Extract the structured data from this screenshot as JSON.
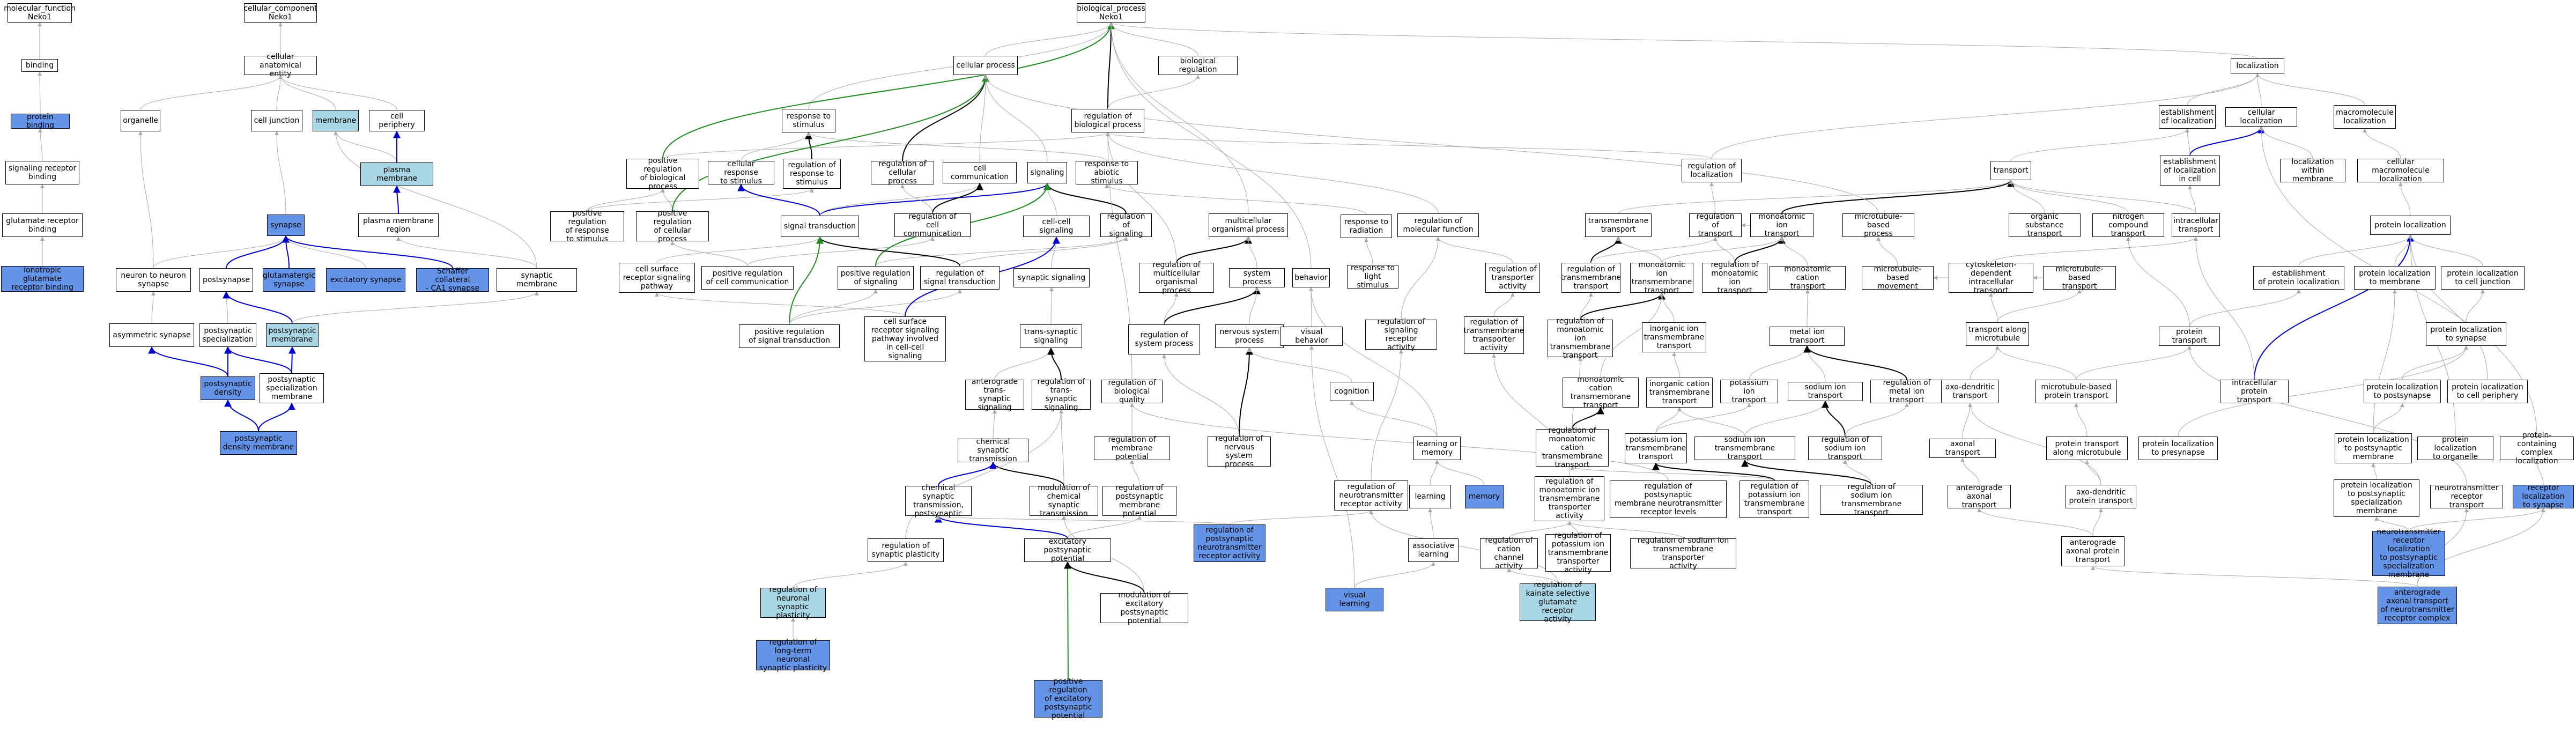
{
  "colors": {
    "blue_fill": "#6394e8",
    "light_fill": "#a9d6e5",
    "edge_gray": "#aaaaaa",
    "edge_black": "#000000",
    "edge_blue": "#0000cc",
    "edge_green": "#228b22"
  },
  "nodes": {
    "mf": "molecular_function\nNeko1",
    "cc": "cellular_component\nNeko1",
    "bp": "biological_process\nNeko1",
    "binding": "binding",
    "cae": "cellular anatomical\nentity",
    "protein_binding": "protein binding",
    "organelle": "organelle",
    "cell_junction": "cell junction",
    "membrane": "membrane",
    "cell_periphery": "cell periphery",
    "plasma_membrane": "plasma membrane",
    "pm_region": "plasma membrane\nregion",
    "srb": "signaling receptor\nbinding",
    "grb": "glutamate receptor\nbinding",
    "igrb": "ionotropic glutamate\nreceptor binding",
    "synapse": "synapse",
    "neuron_to_neuron": "neuron to neuron\nsynapse",
    "postsynapse": "postsynapse",
    "glutamatergic": "glutamatergic\nsynapse",
    "excitatory": "excitatory synapse",
    "schaffer": "Schaffer collateral\n- CA1 synapse",
    "synaptic_membrane": "synaptic membrane",
    "asymmetric": "asymmetric synapse",
    "postsyn_spec": "postsynaptic\nspecialization",
    "postsyn_membrane": "postsynaptic\nmembrane",
    "psd": "postsynaptic\ndensity",
    "psd_membrane_spec": "postsynaptic\nspecialization\nmembrane",
    "psd_membrane": "postsynaptic\ndensity membrane",
    "cellular_process": "cellular process",
    "biological_regulation": "biological regulation",
    "response_to_stimulus": "response to\nstimulus",
    "reg_bio_process": "regulation of\nbiological process",
    "pos_reg_bio": "positive regulation\nof biological\nprocess",
    "cell_resp_stim": "cellular response\nto stimulus",
    "reg_resp_stim": "regulation of\nresponse to\nstimulus",
    "reg_cell_proc": "regulation of\ncellular process",
    "cell_comm": "cell communication",
    "signaling": "signaling",
    "resp_abiotic": "response to\nabiotic stimulus",
    "pos_reg_resp": "positive regulation\nof response\nto stimulus",
    "pos_reg_cell": "positive regulation\nof cellular\nprocess",
    "signal_transduction": "signal transduction",
    "reg_cell_comm": "regulation of\ncell communication",
    "cell_cell_sig": "cell-cell signaling",
    "reg_signaling": "regulation of\nsignaling",
    "csrsp": "cell surface\nreceptor signaling\npathway",
    "pos_reg_cell_comm": "positive regulation\nof cell communication",
    "pos_reg_signaling": "positive regulation\nof signaling",
    "reg_sig_trans": "regulation of\nsignal transduction",
    "synaptic_signaling": "synaptic signaling",
    "pos_reg_sig_trans": "positive regulation\nof signal transduction",
    "csrsp_ccs": "cell surface\nreceptor signaling\npathway involved\nin cell-cell\nsignaling",
    "trans_syn": "trans-synaptic\nsignaling",
    "antero_trans": "anterograde\ntrans-synaptic\nsignaling",
    "reg_trans_syn": "regulation of\ntrans-synaptic\nsignaling",
    "chem_syn": "chemical synaptic\ntransmission",
    "mod_chem_syn": "modulation of\nchemical synaptic\ntransmission",
    "chem_syn_post": "chemical synaptic\ntransmission,\npostsynaptic",
    "reg_syn_plast": "regulation of\nsynaptic plasticity",
    "reg_neur_plast": "regulation of\nneuronal synaptic\nplasticity",
    "reg_ltn": "regulation of\nlong-term neuronal\nsynaptic plasticity",
    "epsp": "excitatory postsynaptic\npotential",
    "pos_reg_epsp": "positive regulation\nof excitatory\npostsynaptic\npotential",
    "mod_epsp": "modulation of\nexcitatory postsynaptic\npotential",
    "reg_bio_qual": "regulation of\nbiological quality",
    "reg_mem_pot": "regulation of\nmembrane potential",
    "reg_psd_mem_pot": "regulation of\npostsynaptic\nmembrane potential",
    "multicell_org": "multicellular\norganismal process",
    "reg_multicell": "regulation of\nmulticellular\norganismal process",
    "system_process": "system process",
    "reg_sys_proc": "regulation of\nsystem process",
    "nervous_sys": "nervous system\nprocess",
    "reg_nervous_sys": "regulation of\nnervous system\nprocess",
    "behavior": "behavior",
    "visual_behavior": "visual behavior",
    "visual_learning": "visual learning",
    "resp_radiation": "response to\nradiation",
    "resp_light": "response to\nlight stimulus",
    "cognition": "cognition",
    "learning_memory": "learning or\nmemory",
    "learning": "learning",
    "memory": "memory",
    "assoc_learning": "associative\nlearning",
    "reg_mol_func": "regulation of\nmolecular function",
    "reg_sig_rec": "regulation of\nsignaling receptor\nactivity",
    "reg_nt_rec": "regulation of\nneurotransmitter\nreceptor activity",
    "reg_psd_nt_rec": "regulation of\npostsynaptic\nneurotransmitter\nreceptor activity",
    "reg_transporter": "regulation of\ntransporter\nactivity",
    "reg_tm_transporter": "regulation of\ntransmembrane\ntransporter\nactivity",
    "localization": "localization",
    "reg_localization": "regulation of\nlocalization",
    "establish_loc": "establishment\nof localization",
    "cellular_loc": "cellular localization",
    "macromol_loc": "macromolecule\nlocalization",
    "establish_loc_cell": "establishment\nof localization\nin cell",
    "loc_in_membrane": "localization\nwithin membrane",
    "cell_macromol_loc": "cellular macromolecule\nlocalization",
    "transport": "transport",
    "reg_transport": "regulation of\ntransport",
    "tm_transport": "transmembrane\ntransport",
    "monoatomic_ion_trans": "monoatomic ion\ntransport",
    "microtubule_proc": "microtubule-based\nprocess",
    "org_subst_trans": "organic substance\ntransport",
    "nitrogen_trans": "nitrogen compound\ntransport",
    "intracell_trans": "intracellular\ntransport",
    "protein_loc": "protein localization",
    "reg_tm_trans": "regulation of\ntransmembrane\ntransport",
    "monoatomic_ion_tm": "monoatomic ion\ntransmembrane\ntransport",
    "reg_mon_ion": "regulation of\nmonoatomic ion\ntransport",
    "mon_cation_trans": "monoatomic cation\ntransport",
    "microtubule_move": "microtubule-based\nmovement",
    "cyto_dep_trans": "cytoskeleton-dependent\nintracellular\ntransport",
    "microtubule_trans": "microtubule-based\ntransport",
    "establish_prot_loc": "establishment\nof protein localization",
    "prot_loc_membrane": "protein localization\nto membrane",
    "prot_loc_cell_junc": "protein localization\nto cell junction",
    "reg_mon_ion_tm": "regulation of\nmonoatomic ion\ntransmembrane\ntransport",
    "inorganic_ion_tm": "inorganic ion\ntransmembrane\ntransport",
    "metal_ion_trans": "metal ion transport",
    "transport_along_mt": "transport along\nmicrotubule",
    "protein_transport": "protein transport",
    "prot_loc_synapse": "protein localization\nto synapse",
    "mon_cation_tm": "monoatomic cation\ntransmembrane\ntransport",
    "inorganic_cation_tm": "inorganic cation\ntransmembrane\ntransport",
    "potassium_ion_trans": "potassium ion\ntransport",
    "sodium_ion_trans": "sodium ion transport",
    "reg_metal_ion": "regulation of\nmetal ion transport",
    "axo_dendritic": "axo-dendritic\ntransport",
    "mt_based_prot": "microtubule-based\nprotein transport",
    "intracell_prot": "intracellular\nprotein transport",
    "prot_loc_postsyn": "protein localization\nto postsynapse",
    "prot_loc_cell_per": "protein localization\nto cell periphery",
    "reg_mon_cation_tm": "regulation of\nmonoatomic cation\ntransmembrane\ntransport",
    "potassium_ion_tm": "potassium ion\ntransmembrane\ntransport",
    "sodium_ion_tm": "sodium ion transmembrane\ntransport",
    "reg_sodium_ion": "regulation of\nsodium ion transport",
    "axonal_transport": "axonal transport",
    "prot_trans_mt": "protein transport\nalong microtubule",
    "prot_loc_presyn": "protein localization\nto presynapse",
    "prot_loc_postsyn_mem": "protein localization\nto postsynaptic\nmembrane",
    "prot_loc_organelle": "protein localization\nto organelle",
    "prot_complex_loc": "protein-containing\ncomplex localization",
    "reg_psd_nt_levels": "regulation of\npostsynaptic\nmembrane neurotransmitter\nreceptor levels",
    "reg_pot_ion_tm": "regulation of\npotassium ion\ntransmembrane\ntransport",
    "reg_sod_ion_tm": "regulation of\nsodium ion transmembrane\ntransport",
    "reg_mon_ion_tm_act": "regulation of\nmonoatomic ion\ntransmembrane\ntransporter\nactivity",
    "anterograde_axonal": "anterograde\naxonal transport",
    "axo_dendritic_prot": "axo-dendritic\nprotein transport",
    "prot_loc_postsyn_spec": "protein localization\nto postsynaptic\nspecialization\nmembrane",
    "nt_rec_transport": "neurotransmitter\nreceptor transport",
    "rec_loc_synapse": "receptor localization\nto synapse",
    "reg_cation_ch": "regulation of\ncation channel\nactivity",
    "reg_pot_ion_tm_act": "regulation of\npotassium ion\ntransmembrane\ntransporter\nactivity",
    "reg_sod_ion_tm_act": "regulation of sodium ion transmembrane\ntransporter\nactivity",
    "antero_axonal_prot": "anterograde\naxonal protein\ntransport",
    "nt_rec_loc_spec": "neurotransmitter\nreceptor localization\nto postsynaptic\nspecialization\nmembrane",
    "antero_nt_rec": "anterograde\naxonal transport\nof neurotransmitter\nreceptor complex",
    "reg_kainate": "regulation of\nkainate selective\nglutamate receptor\nactivity"
  }
}
